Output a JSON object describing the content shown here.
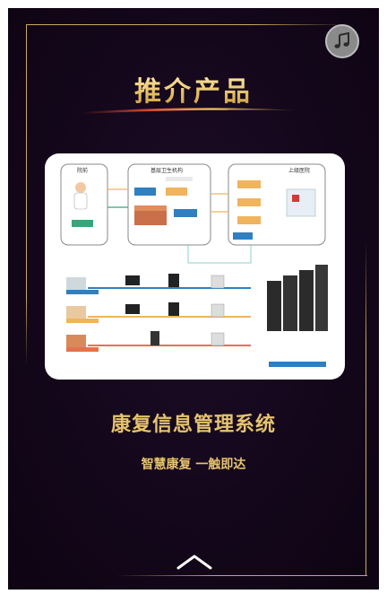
{
  "page": {
    "section_title": "推介产品",
    "product_name": "康复信息管理系统",
    "tagline": "智慧康复 一触即达"
  },
  "controls": {
    "music_icon": "music-note-icon",
    "scroll_icon": "chevron-up-icon"
  },
  "diagram": {
    "top_labels": [
      "院前",
      "基层卫生机构",
      "上级医院"
    ]
  },
  "colors": {
    "background": "#13061a",
    "gold": "#e6c36e",
    "frame": "#c8a85e"
  }
}
